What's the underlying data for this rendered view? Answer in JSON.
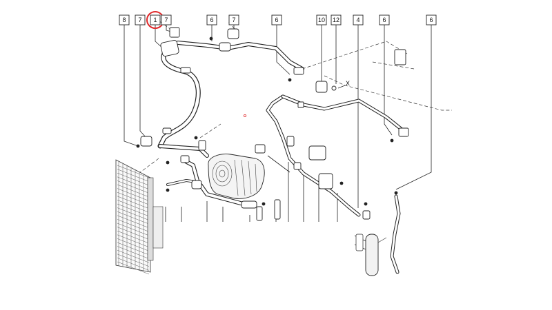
{
  "diagram": {
    "callouts": [
      {
        "id": "c8",
        "label": "8"
      },
      {
        "id": "c7a",
        "label": "7"
      },
      {
        "id": "c1",
        "label": "1"
      },
      {
        "id": "c7b",
        "label": "7"
      },
      {
        "id": "c6a",
        "label": "6"
      },
      {
        "id": "c7c",
        "label": "7"
      },
      {
        "id": "c6b",
        "label": "6"
      },
      {
        "id": "c10",
        "label": "10"
      },
      {
        "id": "c12",
        "label": "12"
      },
      {
        "id": "c4",
        "label": "4"
      },
      {
        "id": "c6c",
        "label": "6"
      },
      {
        "id": "c6d",
        "label": "6"
      }
    ],
    "annotation_letter": "X",
    "highlight_color": "#e0282a"
  }
}
